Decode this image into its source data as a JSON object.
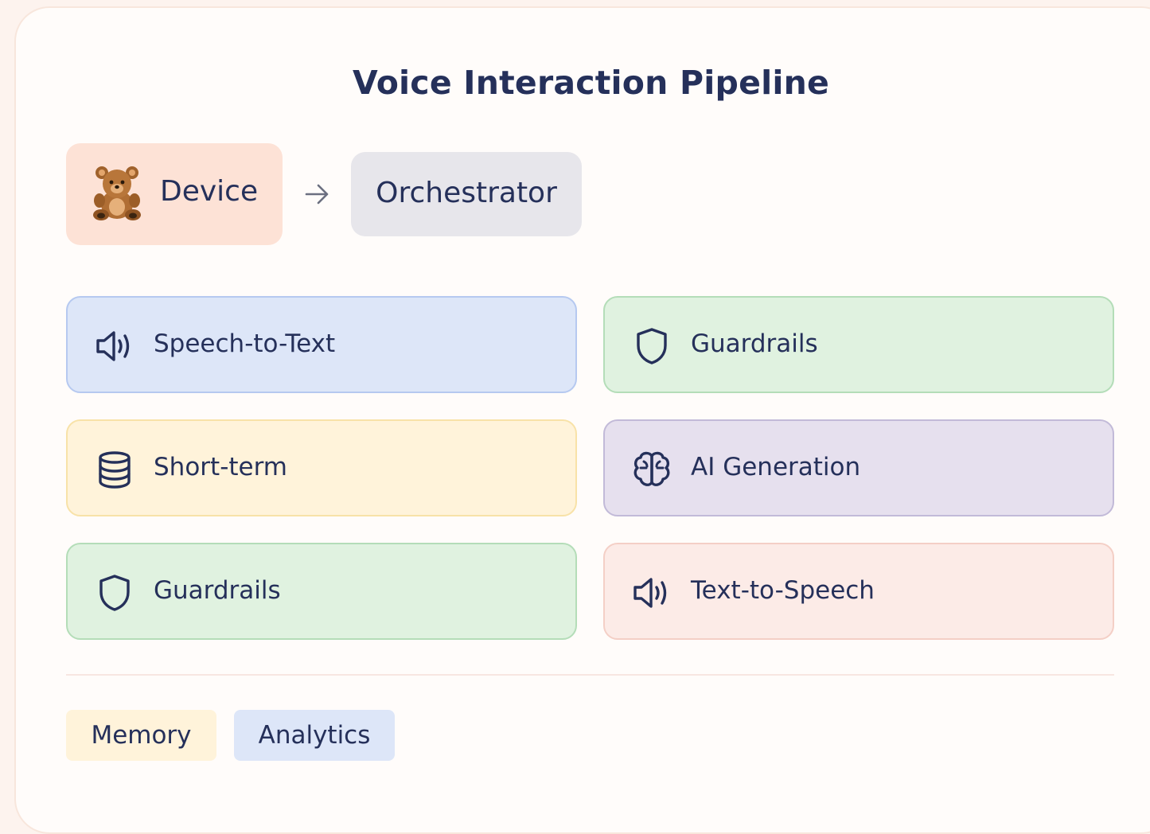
{
  "title": "Voice Interaction Pipeline",
  "top_flow": {
    "device": {
      "label": "Device",
      "icon": "teddy-bear-icon"
    },
    "orchestrator": {
      "label": "Orchestrator"
    }
  },
  "nodes": [
    {
      "label": "Speech-to-Text",
      "icon": "speaker-icon",
      "color": "#dde6f8"
    },
    {
      "label": "Guardrails",
      "icon": "shield-icon",
      "color": "#e0f2e0"
    },
    {
      "label": "Short-term",
      "icon": "database-icon",
      "color": "#fff3da"
    },
    {
      "label": "AI Generation",
      "icon": "brain-icon",
      "color": "#e6e0ee"
    },
    {
      "label": "Guardrails",
      "icon": "shield-icon",
      "color": "#e0f2e0"
    },
    {
      "label": "Text-to-Speech",
      "icon": "speaker-icon",
      "color": "#fcebe7"
    }
  ],
  "legend": [
    {
      "label": "Memory",
      "color": "#fff3da"
    },
    {
      "label": "Analytics",
      "color": "#dde6f8"
    }
  ]
}
